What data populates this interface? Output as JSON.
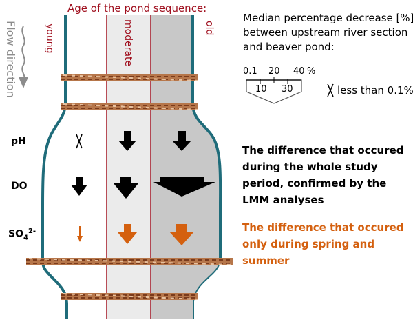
{
  "header": {
    "title": "Age of the pond sequence:"
  },
  "flow_label": "Flow direction",
  "columns": [
    {
      "label": "young",
      "fill": "#ffffff"
    },
    {
      "label": "moderate",
      "fill": "#ebebeb"
    },
    {
      "label": "old",
      "fill": "#c8c8c8"
    }
  ],
  "parameters": [
    {
      "label": "pH"
    },
    {
      "label": "DO"
    },
    {
      "label": "SO",
      "sub": "4",
      "sup": "2-"
    }
  ],
  "legend": {
    "title_lines": [
      "Median percentage decrease [%]",
      "between upstream river section",
      "and beaver pond:"
    ],
    "scale_top": [
      "0.1",
      "20",
      "40",
      "%"
    ],
    "scale_bottom": [
      "10",
      "30"
    ],
    "less_than_symbol": "X",
    "less_than_label": "less than 0.1%"
  },
  "notes": [
    {
      "text": "The difference that occured during the whole study period, confirmed by the LMM analyses",
      "color": "#000000"
    },
    {
      "text": "The difference that occured only during spring and summer",
      "color": "#d4600f"
    }
  ],
  "matrix": {
    "pH": [
      "less-than-0.1",
      "~20%",
      "~20%"
    ],
    "DO": [
      "~20%",
      "~30%",
      "~40%"
    ],
    "SO42-": [
      "~0.1%",
      "~20%",
      "~30%"
    ]
  },
  "colors": {
    "accent_red": "#a0101f",
    "black_arrow": "#000000",
    "orange_arrow": "#d4600f",
    "river_edge": "#1f6c7a",
    "log_brown": "#7a3b1c",
    "log_light": "#d8a47a"
  }
}
